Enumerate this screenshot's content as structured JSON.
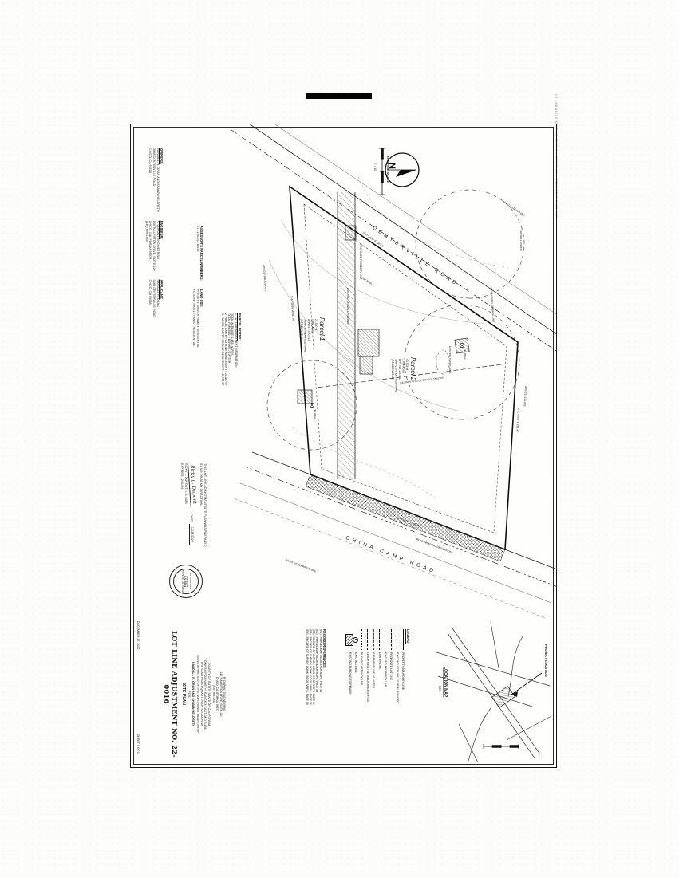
{
  "page": {
    "margin_stamp": "LOT LINE ADJUSTMENT NO. 22-0016 — SITE PLAN — SCANNED RECORD COPY",
    "date_note": "DECEMBER 27, 2022",
    "sheet_number": "SHEET 1 OF 1"
  },
  "title_block": {
    "title": "LOT LINE ADJUSTMENT NO. 22-0016",
    "subtitle": "SITE PLAN",
    "for_label": "FOR",
    "owners_line": "RANDALL R. ORAN AND SHAWN HELDRETH",
    "legal_lines": [
      "BEING A PORTION OF THE NORTHEAST QUARTER OF",
      "THE SOUTHEAST QUARTER OF SECTION 18,",
      "TOWNSHIP 22 NORTH, RANGE 3 EAST, M.D.B.&M.",
      "COUNTY OF BUTTE, STATE OF CALIFORNIA"
    ],
    "firm_lines": [
      "R. DUPONT ENGINEERING",
      "140 TULLERTON DRIVE, SUITE 110",
      "CHICO, CALIFORNIA 95973",
      "(530) 899-1358"
    ]
  },
  "info": {
    "owners": {
      "header": "OWNERS:",
      "lines": [
        "RANDALL R. ORAN AND SHAWN HELDRETH",
        "3868 CENTERVILLE ROAD",
        "CHICO, CA 95928"
      ]
    },
    "engineer": {
      "header": "ENGINEER:",
      "lines": [
        "R. DUPONT ENGINEERING",
        "140 TULLERTON DRIVE, SUITE 110",
        "CHICO, CALIFORNIA 95973",
        "(530) 899-1358"
      ]
    },
    "applicant": {
      "header": "APPLICANT:",
      "lines": [
        "RANDALL R. ORAN",
        "3868 CENTERVILLE ROAD",
        "CHICO, CA 95928"
      ]
    },
    "apn": {
      "header": "ASSESSOR'S PARCEL NUMBERS:",
      "lines": [
        "017-100-012 & 013"
      ]
    },
    "land_use": {
      "header": "LAND USE:",
      "lines": [
        "PRESENT: SINGLE FAMILY RESIDENTIAL",
        "FUTURE: SINGLE FAMILY RESIDENTIAL"
      ]
    },
    "parcel_notes": {
      "header": "PARCEL NOTES:",
      "lines": [
        "1. LOT LINE ADJUSTMENT INFORMATION:",
        "    TOTAL ACREAGE: 1.495± ACRES",
        "    TOTAL PARCELS: 2 BEFORE / 2 AFTER",
        "2. PARCEL 1 AFTER LOT LINE ADJUSTMENT = 21,380 SF",
        "3. PARCEL 2 AFTER LOT LINE ADJUSTMENT = 43,733 SF"
      ]
    }
  },
  "surveyor": {
    "statement_lines": [
      "THIS LOT LINE ADJUSTMENT SITE PLAN WAS PREPARED",
      "BY ME OR AT MY DIRECTION."
    ],
    "signature": "Ricky L. Dupont",
    "date_label": "DATE:",
    "date_value": "12/27/2022",
    "name_line": "RICKY L. DUPONT, L.S. 5384",
    "expires_line": "EXPIRES 12/31/24",
    "stamp": {
      "top": "LICENSED LAND SURVEYOR",
      "name": "L.S. 5384",
      "bottom": "STATE OF CALIFORNIA"
    }
  },
  "record_references": {
    "header": "RECORD REFERENCES:",
    "items": [
      "(R1) - PARCEL MAP, BOOK 37 OF MAPS, PAGE 34",
      "(R2) - PARCEL MAP, BOOK 42 OF MAPS, PAGE 84",
      "(R3) - RECORD OF SURVEY, BOOK 107 OF MAPS, PAGE 40",
      "(R4) - RECORD OF SURVEY, BOOK 232 OF MAPS, PAGE 38",
      "(R5) - RECORD OF SURVEY, BOOK 280 OF MAPS, PAGE 14"
    ]
  },
  "legend": {
    "header": "LEGEND:",
    "items": [
      {
        "symbol": "solid-line",
        "label": "PROPERTY BOUNDARY LINE"
      },
      {
        "symbol": "dashed-line",
        "label": "EXISTING LOT LINE TO BE ELIMINATED"
      },
      {
        "symbol": "dash-line",
        "label": "PROPOSED LOT LINE"
      },
      {
        "symbol": "dashed-line",
        "label": "EXISTING PROPERTY LINE"
      },
      {
        "symbol": "dash-dot-line",
        "label": "CENTERLINE"
      },
      {
        "symbol": "dashed-line",
        "label": "EASEMENT LINE AS NOTED"
      },
      {
        "symbol": "dash-dot-dot-line",
        "label": "LEACH FIELD SETBACK AREA (E.F.S.A.)"
      },
      {
        "symbol": "dotted-line",
        "label": "BUILDING SETBACK LINE"
      },
      {
        "symbol": "well-circle",
        "label": "EXISTING WELL"
      },
      {
        "symbol": "hatch-box",
        "label": "EXISTING BUILDING TO REMAIN"
      }
    ]
  },
  "location_map": {
    "title": "LOCATION MAP",
    "scale": "NTS",
    "callout": "PROJECT LOCATION"
  },
  "north": {
    "letter": "N"
  },
  "scale_bar": {
    "title": "GRAPHIC SCALE",
    "note": "1\" = 40'"
  },
  "site": {
    "roads": {
      "centerville": "CENTERVILLE  ROAD",
      "china_camp": "CHINA  CAMP  ROAD",
      "row_note": "(60' R/W)"
    },
    "parcel1": {
      "name": "Parcel 1",
      "area_sf": "21,380 sf",
      "area_ac": "0.491 Acres",
      "apn": "APN 017-100-012",
      "addr": "3868 CENTERVILLE ROAD",
      "tag": "(RESIDENCE #1)"
    },
    "parcel2": {
      "name": "Parcel 2",
      "area_sf": "43,733 sf",
      "area_ac": "1.004 Acres",
      "apn": "APN 017-100-013",
      "addr": "3880 CENTERVILLE ROAD",
      "tag": "(RESIDENCE #2)"
    },
    "labels": {
      "driveway": "EXISTING GRAVEL DRIVEWAY",
      "proposed_line": "PROPOSED PROPERTY LINE",
      "existing_line": "EXISTING LOT LINE TO BE ELIMINATED",
      "well": "(E) WELL",
      "well2": "(E) WELL",
      "well_radius": "100' WELL RADIUS",
      "septic": "EXISTING SEPTIC AREA",
      "setback": "50' BUILDING SETBACK LINE",
      "dedication": "ROAD WIDENING DEDICATION",
      "basis": "BASIS OF BEARINGS: (R4)",
      "neighbor1": "APN 017-100-005",
      "neighbor2": "APN 017-100-009 (R2)",
      "neighbor3": "APN 017-090-021 (R1)"
    },
    "bearings": {
      "b1": "S 47°30'00\" E  420.18'",
      "b2": "N 42°09'00\" E  283.41'",
      "b3": "S 46°51'00\" E  155.00'",
      "b4": "N 47°30'00\" W  392.66'"
    }
  }
}
